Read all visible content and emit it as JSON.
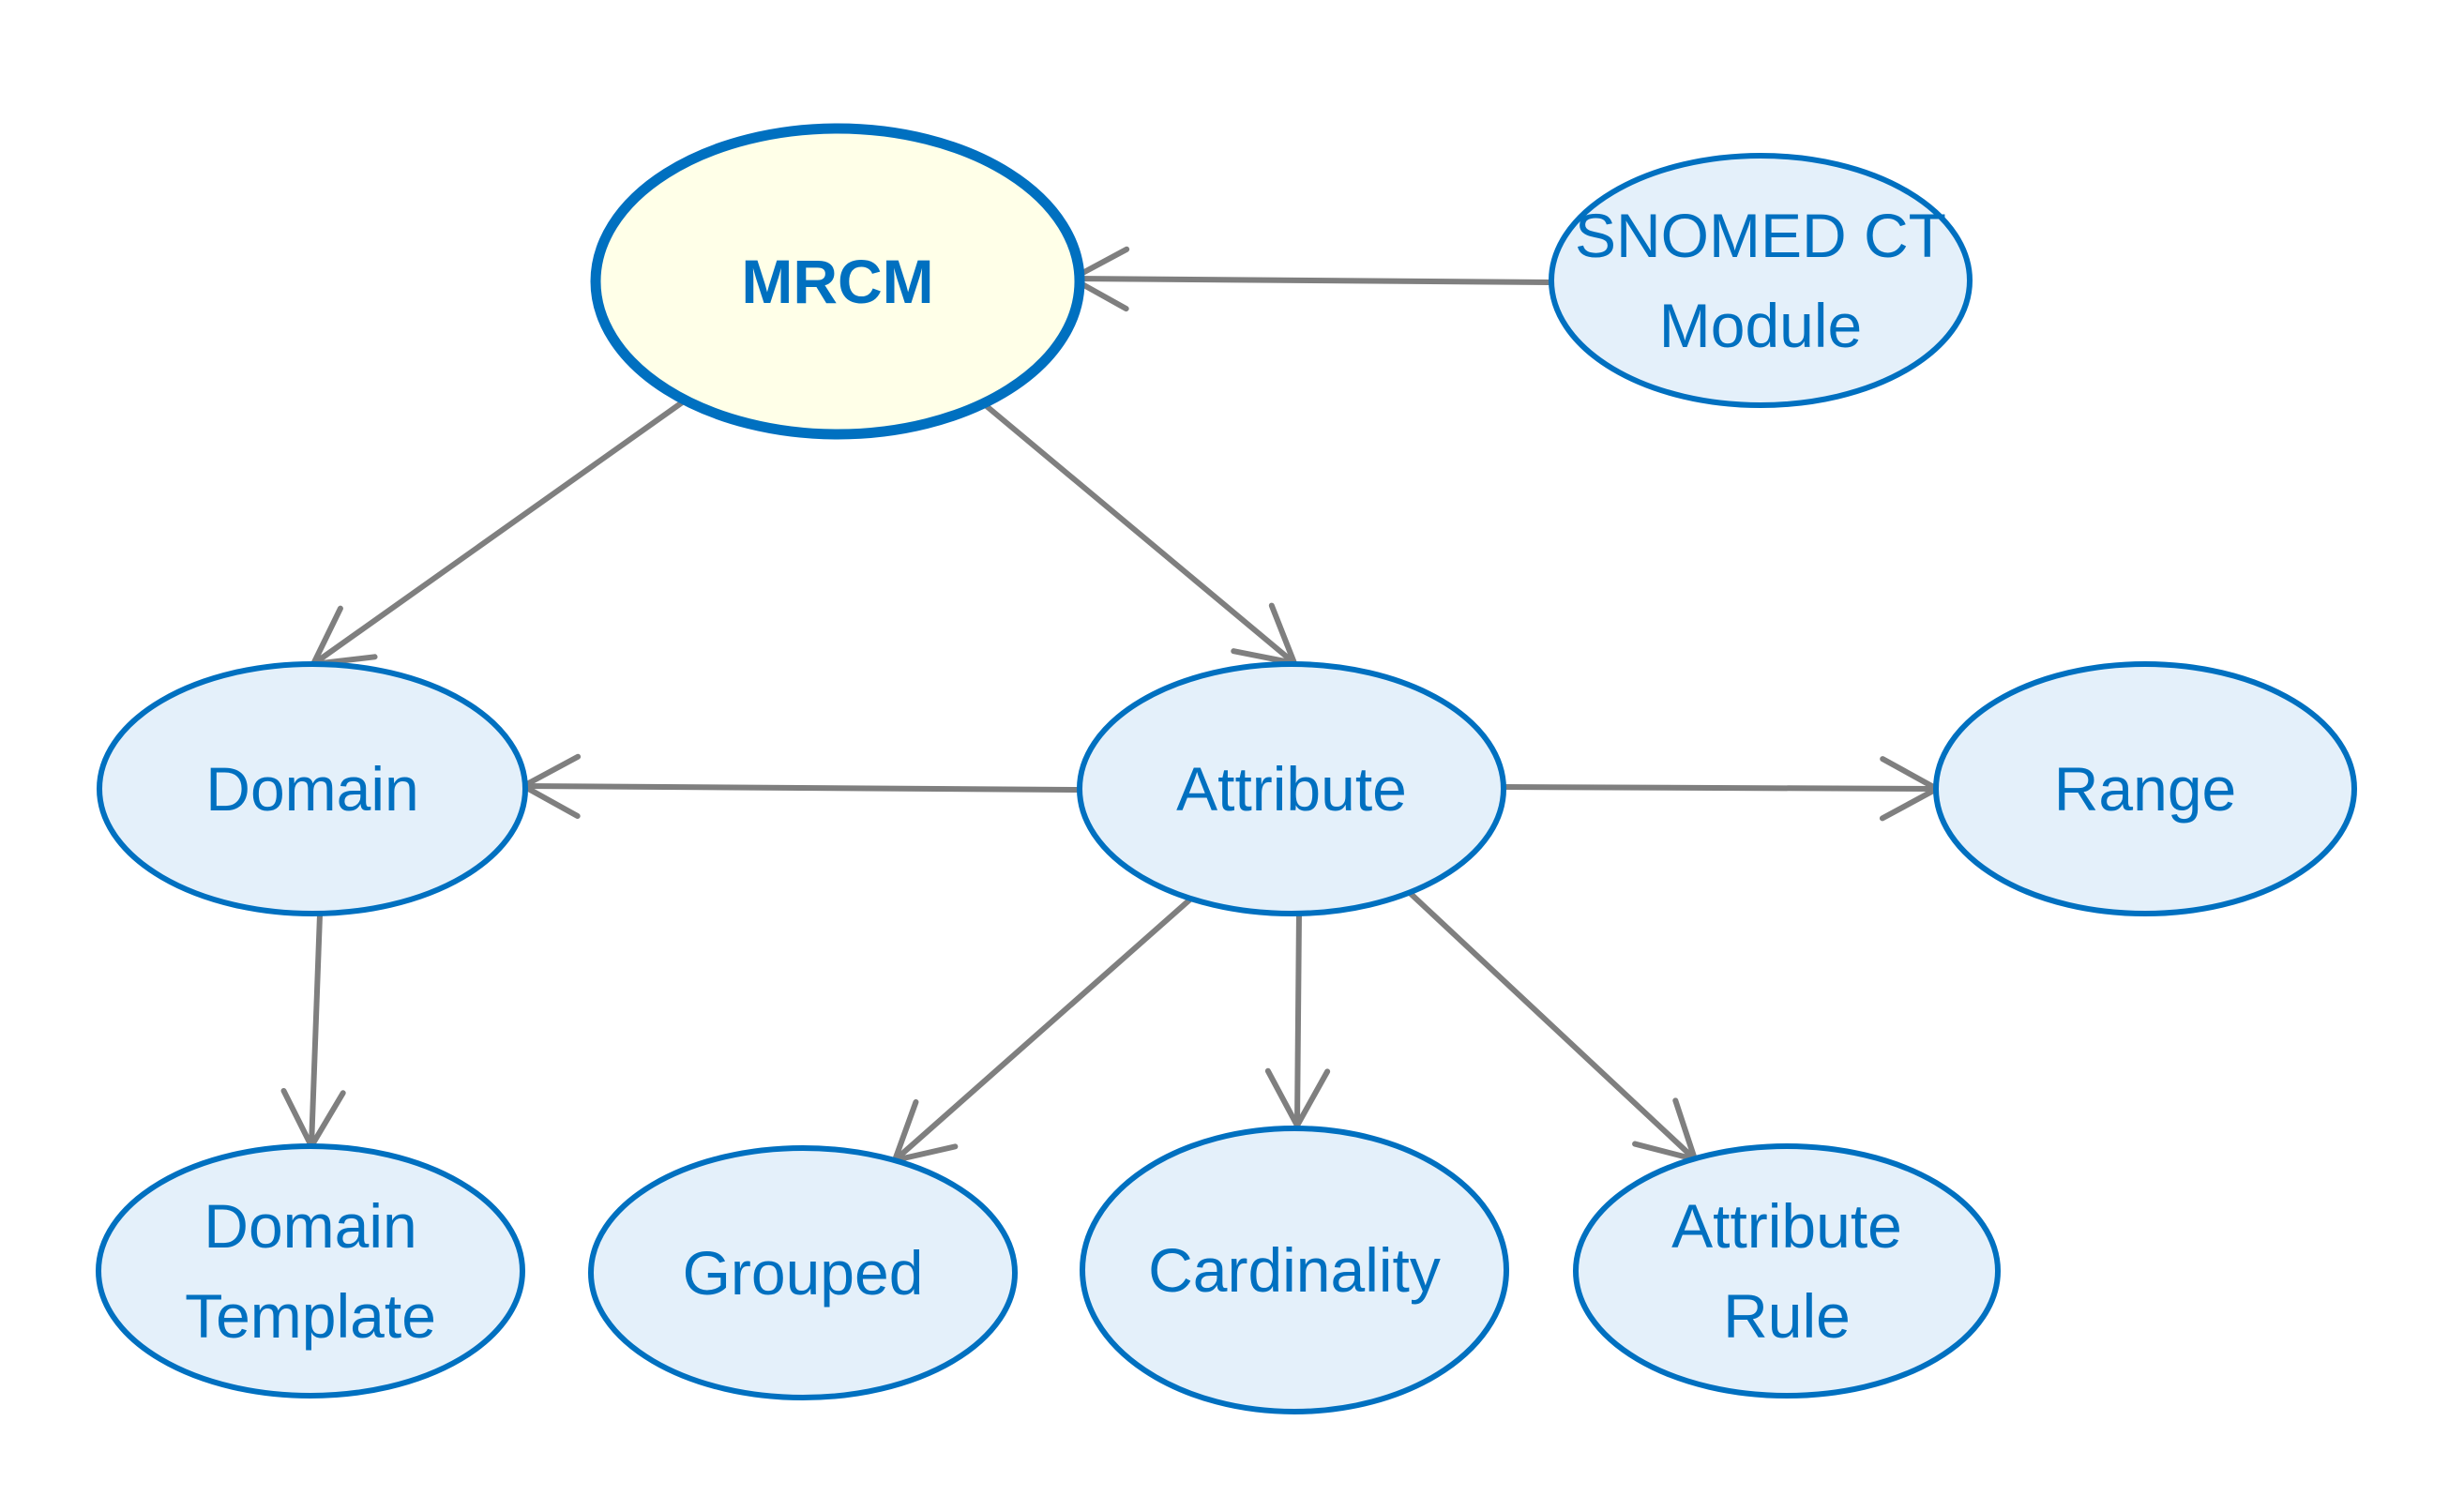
{
  "diagram": {
    "title": "MRCM concept model",
    "colors": {
      "node_stroke": "#0070C0",
      "node_fill": "#E4F0FA",
      "root_fill": "#FFFFE8",
      "text": "#0070C0",
      "edge": "#7F7F7F"
    },
    "nodes": [
      {
        "id": "mrcm",
        "lines": [
          "MRCM"
        ],
        "root": true
      },
      {
        "id": "snomed-ct-module",
        "lines": [
          "SNOMED CT",
          "Module"
        ]
      },
      {
        "id": "domain",
        "lines": [
          "Domain"
        ]
      },
      {
        "id": "attribute",
        "lines": [
          "Attribute"
        ]
      },
      {
        "id": "range",
        "lines": [
          "Range"
        ]
      },
      {
        "id": "domain-template",
        "lines": [
          "Domain",
          "Template"
        ]
      },
      {
        "id": "grouped",
        "lines": [
          "Grouped"
        ]
      },
      {
        "id": "cardinality",
        "lines": [
          "Cardinality"
        ]
      },
      {
        "id": "attribute-rule",
        "lines": [
          "Attribute",
          "Rule"
        ]
      }
    ],
    "edges": [
      {
        "from": "snomed-ct-module",
        "to": "mrcm"
      },
      {
        "from": "mrcm",
        "to": "domain"
      },
      {
        "from": "mrcm",
        "to": "attribute"
      },
      {
        "from": "attribute",
        "to": "domain"
      },
      {
        "from": "attribute",
        "to": "range"
      },
      {
        "from": "domain",
        "to": "domain-template"
      },
      {
        "from": "attribute",
        "to": "grouped"
      },
      {
        "from": "attribute",
        "to": "cardinality"
      },
      {
        "from": "attribute",
        "to": "attribute-rule"
      }
    ]
  }
}
